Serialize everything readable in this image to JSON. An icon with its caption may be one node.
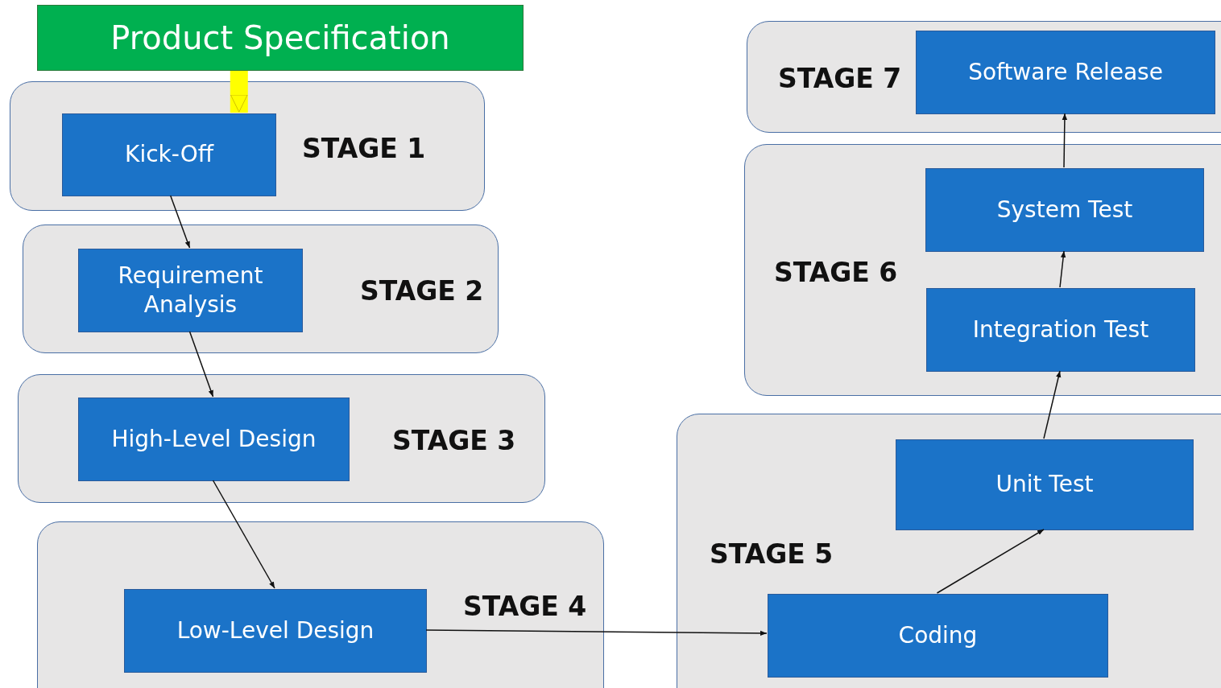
{
  "diagram": {
    "nodes": [
      {
        "text": [
          "Product Specification"
        ]
      },
      {
        "text": [
          "STAGE 1"
        ]
      },
      {
        "text": [
          "Kick-Off"
        ],
        "in": 1
      },
      {
        "text": [
          "STAGE 2"
        ]
      },
      {
        "text": [
          "Requirement Analysis"
        ],
        "in": 3
      },
      {
        "text": [
          "STAGE 3"
        ]
      },
      {
        "text": [
          "High-Level Design"
        ],
        "in": 5
      },
      {
        "text": [
          "STAGE 4"
        ]
      },
      {
        "text": [
          "Low-Level Design"
        ],
        "in": 7
      },
      {
        "text": [
          "STAGE 5"
        ]
      },
      {
        "text": [
          "Unit Test"
        ],
        "in": 9
      },
      {
        "text": [
          "Coding"
        ],
        "in": 9
      },
      {
        "text": [
          "STAGE 6"
        ]
      },
      {
        "text": [
          "System Test"
        ],
        "in": 12
      },
      {
        "text": [
          "Integration Test"
        ],
        "in": 12
      },
      {
        "text": [
          "STAGE 7"
        ]
      },
      {
        "text": [
          "Software Release"
        ],
        "in": 15
      }
    ],
    "edges": [
      {
        "from": 0,
        "to": 2,
        "arrow": "to",
        "style": "thick",
        "color": "#ffff00"
      },
      {
        "from": 2,
        "to": 4,
        "arrow": "to"
      },
      {
        "from": 4,
        "to": 6,
        "arrow": "to"
      },
      {
        "from": 6,
        "to": 8,
        "arrow": "to"
      },
      {
        "from": 8,
        "to": 11,
        "arrow": "to"
      },
      {
        "from": 11,
        "to": 10,
        "arrow": "to"
      },
      {
        "from": 10,
        "to": 14,
        "arrow": "to"
      },
      {
        "from": 14,
        "to": 13,
        "arrow": "to"
      },
      {
        "from": 13,
        "to": 16,
        "arrow": "to"
      }
    ]
  }
}
